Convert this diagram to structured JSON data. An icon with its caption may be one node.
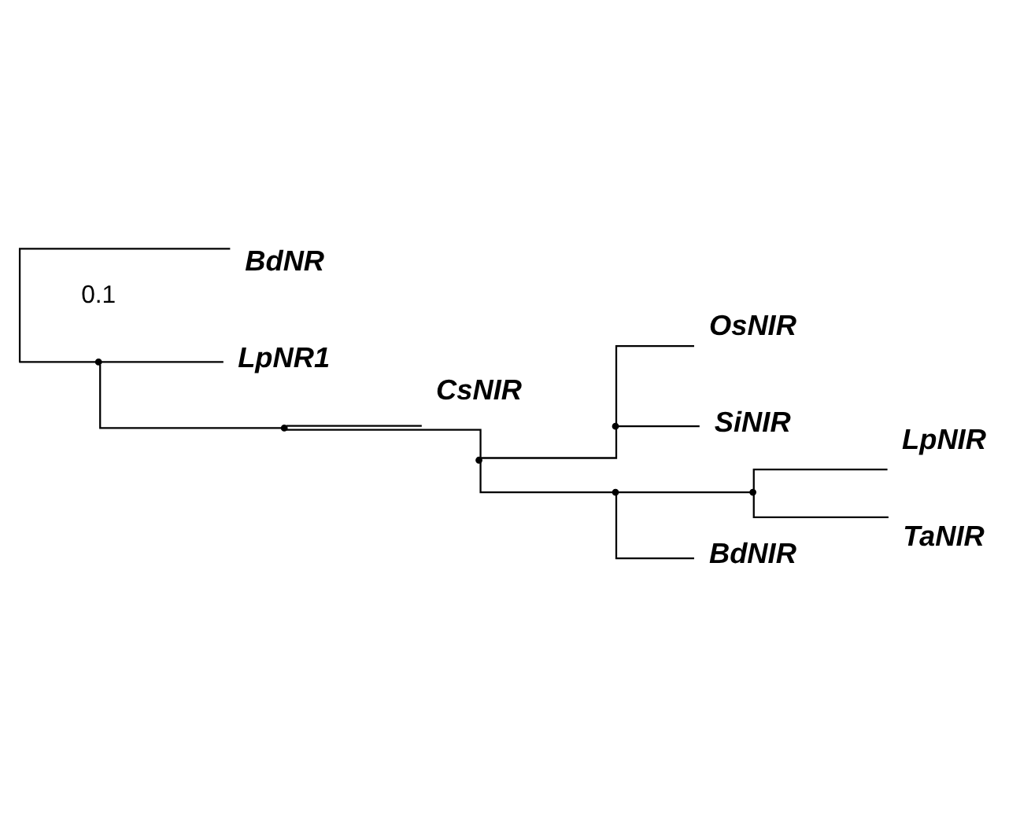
{
  "diagram": {
    "nodes": [
      {
        "text": [],
        "shape": "point"
      },
      {
        "text": [
          "BdNR"
        ]
      },
      {
        "text": [
          "LpNR1"
        ]
      },
      {
        "text": [],
        "shape": "point"
      },
      {
        "text": [
          "CsNIR"
        ]
      },
      {
        "text": [],
        "shape": "point"
      },
      {
        "text": [],
        "shape": "point"
      },
      {
        "text": [
          "OsNIR"
        ]
      },
      {
        "text": [
          "SiNIR"
        ]
      },
      {
        "text": [],
        "shape": "point"
      },
      {
        "text": [],
        "shape": "point"
      },
      {
        "text": [
          "LpNIR"
        ]
      },
      {
        "text": [
          "TaNIR"
        ]
      },
      {
        "text": [
          "BdNIR"
        ]
      }
    ],
    "edges": [
      {
        "from": 0,
        "to": 1,
        "arrow": "none"
      },
      {
        "from": 0,
        "to": 2,
        "arrow": "none"
      },
      {
        "from": 0,
        "to": 3,
        "arrow": "none"
      },
      {
        "from": 3,
        "to": 4,
        "arrow": "none"
      },
      {
        "from": 3,
        "to": 5,
        "arrow": "none"
      },
      {
        "from": 5,
        "to": 6,
        "arrow": "none"
      },
      {
        "from": 6,
        "to": 7,
        "arrow": "none"
      },
      {
        "from": 6,
        "to": 8,
        "arrow": "none"
      },
      {
        "from": 5,
        "to": 9,
        "arrow": "none"
      },
      {
        "from": 9,
        "to": 10,
        "arrow": "none"
      },
      {
        "from": 10,
        "to": 11,
        "arrow": "none"
      },
      {
        "from": 10,
        "to": 12,
        "arrow": "none"
      },
      {
        "from": 9,
        "to": 13,
        "arrow": "none"
      }
    ],
    "labels": [
      "0.1"
    ]
  }
}
